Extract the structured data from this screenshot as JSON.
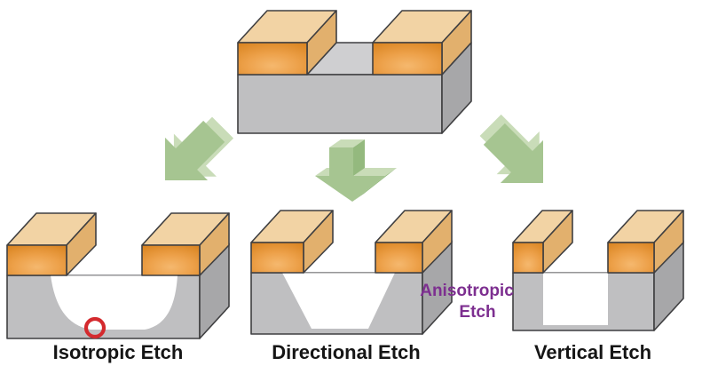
{
  "diagram": {
    "structures": {
      "isotropic_label": "Isotropic Etch",
      "directional_label": "Directional Etch",
      "vertical_label": "Vertical Etch"
    },
    "annotation": {
      "line1": "Anisotropic",
      "line2": "Etch"
    },
    "icons": {
      "left_arrow": "arrow-down-left-icon",
      "middle_arrow": "arrow-down-icon",
      "right_arrow": "arrow-down-right-icon"
    },
    "colors": {
      "mask_front": "#d9831f",
      "mask_front_mid": "#eda14a",
      "mask_front_light": "#f5b86e",
      "mask_top": "#f2d3a4",
      "mask_side": "#e2b06d",
      "substrate_front": "#bfbfc1",
      "substrate_top": "#cfcfd1",
      "substrate_side": "#a7a7a9",
      "arrow_green": "#a6c591",
      "arrow_green_light": "#c9dcb8",
      "arrow_green_dark": "#94b97e",
      "annotation_purple": "#7d2f90",
      "highlight_red": "#d42a2e",
      "label_black": "#151515",
      "etch_white": "#ffffff",
      "outline": "#3f3f41"
    }
  }
}
